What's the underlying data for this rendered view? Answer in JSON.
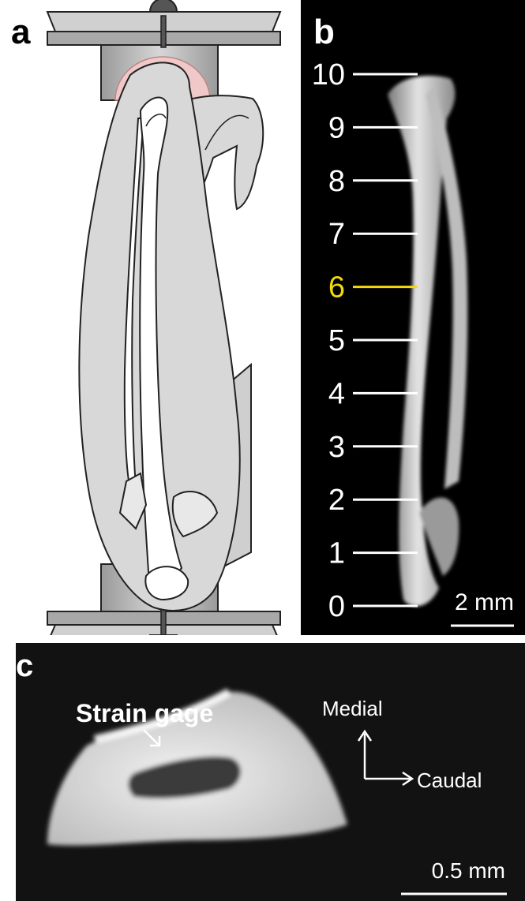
{
  "figure": {
    "panels": [
      {
        "letter": "a"
      },
      {
        "letter": "b"
      },
      {
        "letter": "c"
      }
    ],
    "panel_b": {
      "level_labels": [
        "10",
        "9",
        "8",
        "7",
        "6",
        "5",
        "4",
        "3",
        "2",
        "1",
        "0"
      ],
      "highlighted_level": "6",
      "highlight_color": "#f2d90f",
      "scale_bar": "2 mm"
    },
    "panel_c": {
      "strain_gage_label": "Strain gage",
      "direction_medial": "Medial",
      "direction_caudal": "Caudal",
      "scale_bar": "0.5 mm"
    },
    "colors": {
      "soft_tissue": "#d8d8d8",
      "fixture": "#c4c4c4",
      "bone": "#ffffff",
      "pad": "#f0c8c8"
    }
  }
}
